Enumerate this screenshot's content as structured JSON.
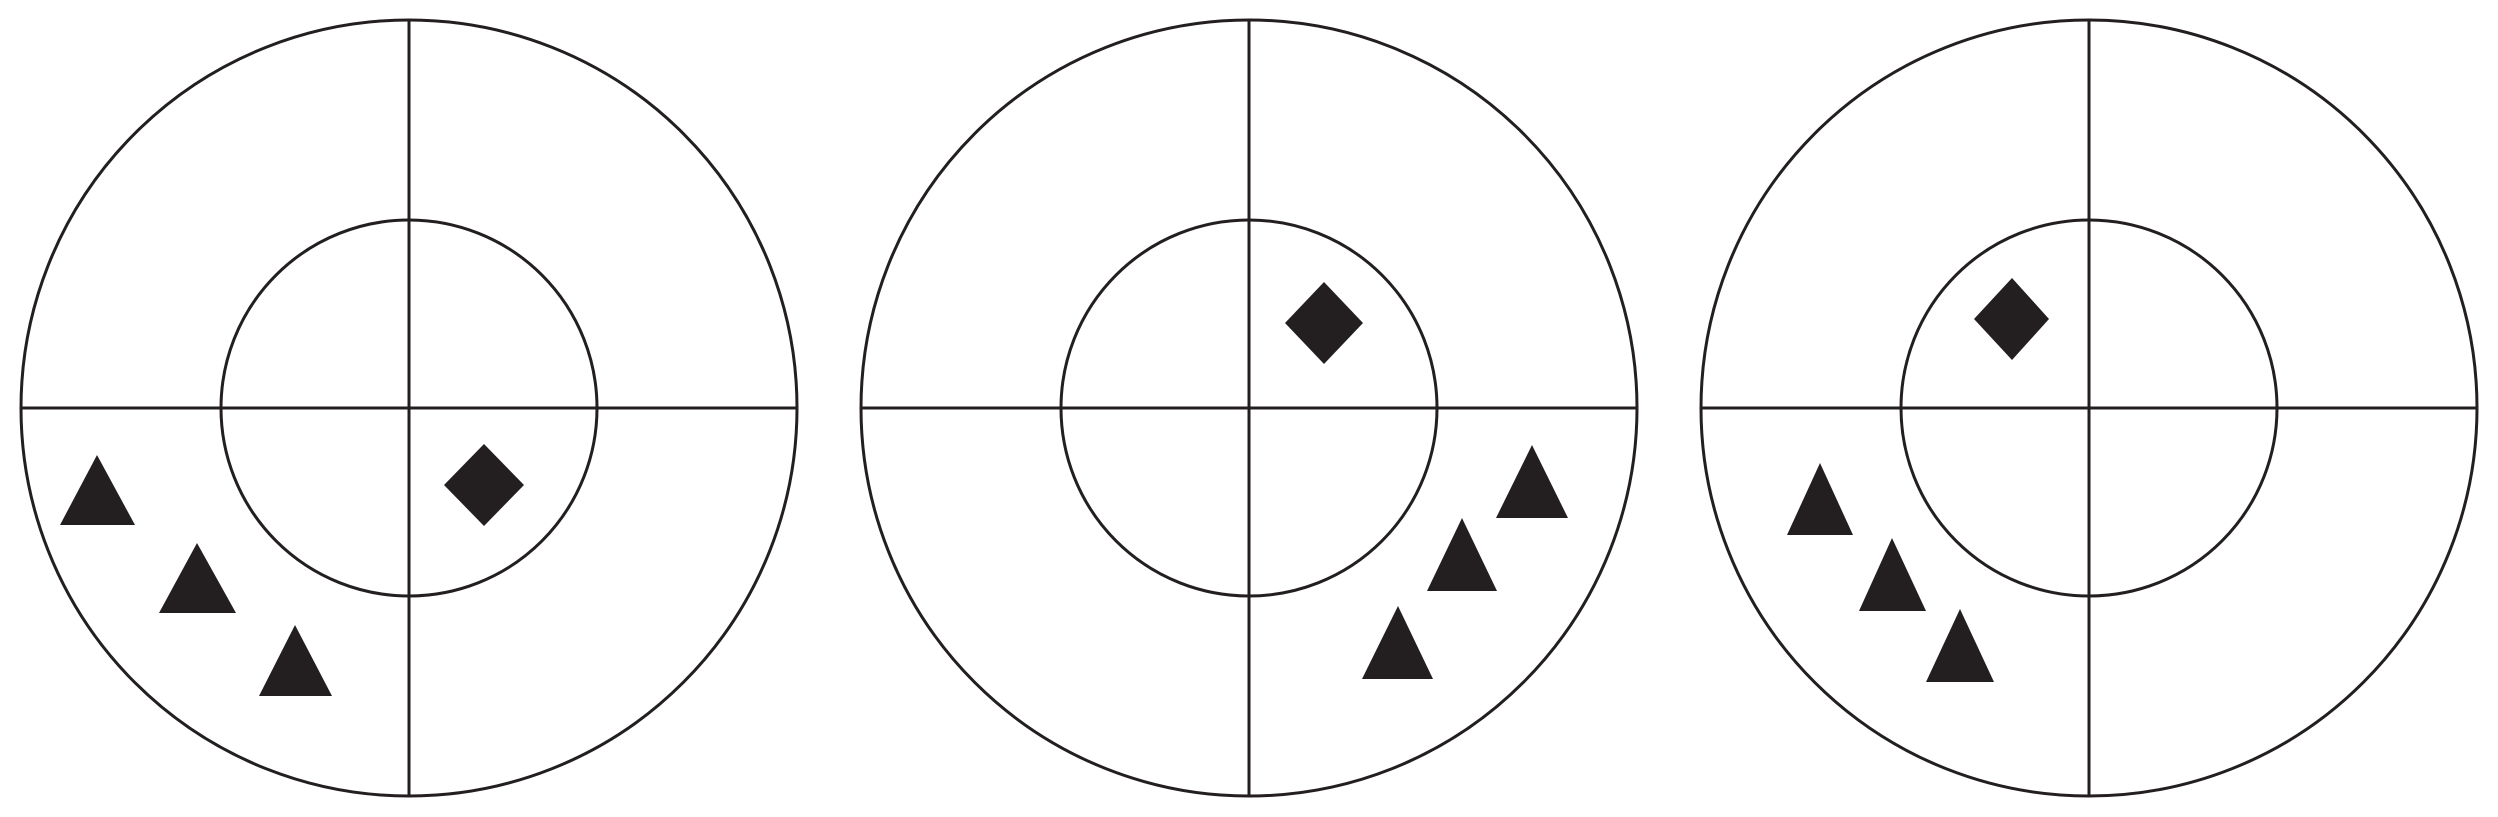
{
  "colors": {
    "background": "#ffffff",
    "stroke": "#231f20",
    "marker_fill": "#231f20"
  },
  "targets": [
    {
      "name": "left",
      "markers": [
        {
          "shape": "triangle"
        },
        {
          "shape": "triangle"
        },
        {
          "shape": "triangle"
        },
        {
          "shape": "diamond"
        }
      ]
    },
    {
      "name": "middle",
      "markers": [
        {
          "shape": "diamond"
        },
        {
          "shape": "triangle"
        },
        {
          "shape": "triangle"
        },
        {
          "shape": "triangle"
        }
      ]
    },
    {
      "name": "right",
      "markers": [
        {
          "shape": "diamond"
        },
        {
          "shape": "triangle"
        },
        {
          "shape": "triangle"
        },
        {
          "shape": "triangle"
        }
      ]
    }
  ]
}
